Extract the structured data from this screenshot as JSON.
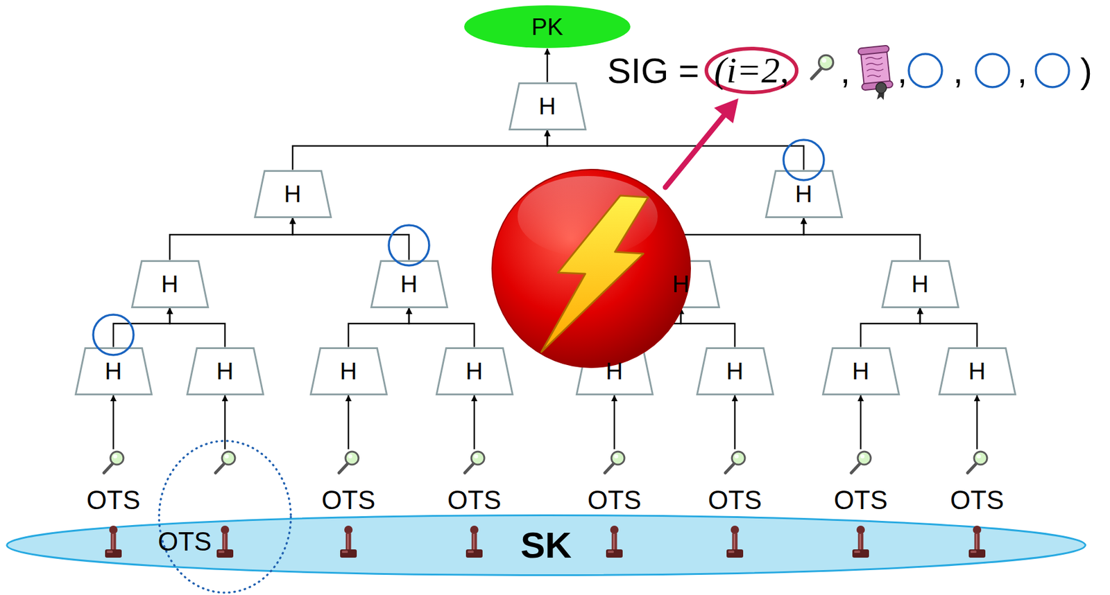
{
  "diagram": {
    "nodes": [
      {
        "text": [
          "PK"
        ]
      },
      {
        "text": [
          "H"
        ]
      },
      {
        "text": [
          "H"
        ]
      },
      {
        "text": [
          "H"
        ]
      },
      {
        "text": [
          "H"
        ]
      },
      {
        "text": [
          "H"
        ]
      },
      {
        "text": [
          "H"
        ]
      },
      {
        "text": [
          "H"
        ]
      },
      {
        "text": [
          "H"
        ]
      },
      {
        "text": [
          "H"
        ]
      },
      {
        "text": [
          "H"
        ]
      },
      {
        "text": [
          "H"
        ]
      },
      {
        "text": [
          "H"
        ]
      },
      {
        "text": [
          "H"
        ]
      },
      {
        "text": [
          "H"
        ]
      },
      {
        "text": [
          "H"
        ]
      },
      {
        "text": [
          "OTS"
        ]
      },
      {
        "text": [
          "SK"
        ]
      }
    ],
    "edges": [
      {
        "from": 8,
        "to": 4,
        "arrow": "to"
      },
      {
        "from": 9,
        "to": 4,
        "arrow": "to"
      },
      {
        "from": 10,
        "to": 5,
        "arrow": "to"
      },
      {
        "from": 11,
        "to": 5,
        "arrow": "to"
      },
      {
        "from": 12,
        "to": 6,
        "arrow": "to"
      },
      {
        "from": 13,
        "to": 6,
        "arrow": "to"
      },
      {
        "from": 14,
        "to": 7,
        "arrow": "to"
      },
      {
        "from": 15,
        "to": 7,
        "arrow": "to"
      },
      {
        "from": 4,
        "to": 2,
        "arrow": "to"
      },
      {
        "from": 5,
        "to": 2,
        "arrow": "to"
      },
      {
        "from": 6,
        "to": 3,
        "arrow": "to"
      },
      {
        "from": 7,
        "to": 3,
        "arrow": "to"
      },
      {
        "from": 2,
        "to": 1,
        "arrow": "to"
      },
      {
        "from": 3,
        "to": 1,
        "arrow": "to"
      },
      {
        "from": 1,
        "to": 0,
        "arrow": "to"
      }
    ],
    "labels": [
      "SIG =",
      "(i=2,",
      ",",
      ",",
      ",",
      ",",
      ")",
      "OTS",
      "OTS",
      "OTS",
      "OTS",
      "OTS",
      "OTS",
      "OTS"
    ]
  }
}
